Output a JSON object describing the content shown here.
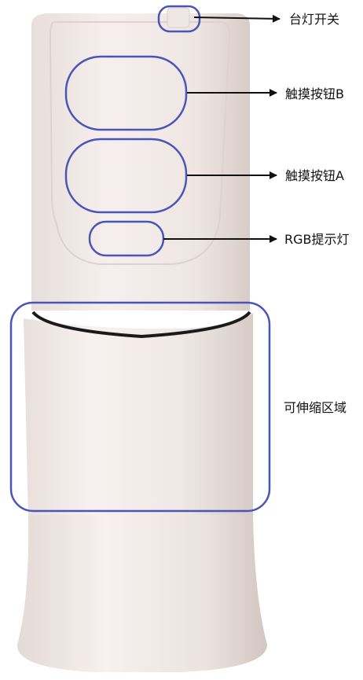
{
  "diagram": {
    "colors": {
      "body": "#f1e9e6",
      "body_shadow": "#d9cfcb",
      "highlight_box": "#4a55b8",
      "arrow": "#111111",
      "seal_ring": "#1a1a1a"
    },
    "callouts": [
      {
        "id": "switch",
        "label": "台灯开关"
      },
      {
        "id": "touch-b",
        "label": "触摸按钮B"
      },
      {
        "id": "touch-a",
        "label": "触摸按钮A"
      },
      {
        "id": "rgb",
        "label": "RGB提示灯"
      },
      {
        "id": "extend",
        "label": "可伸缩区域"
      }
    ]
  }
}
